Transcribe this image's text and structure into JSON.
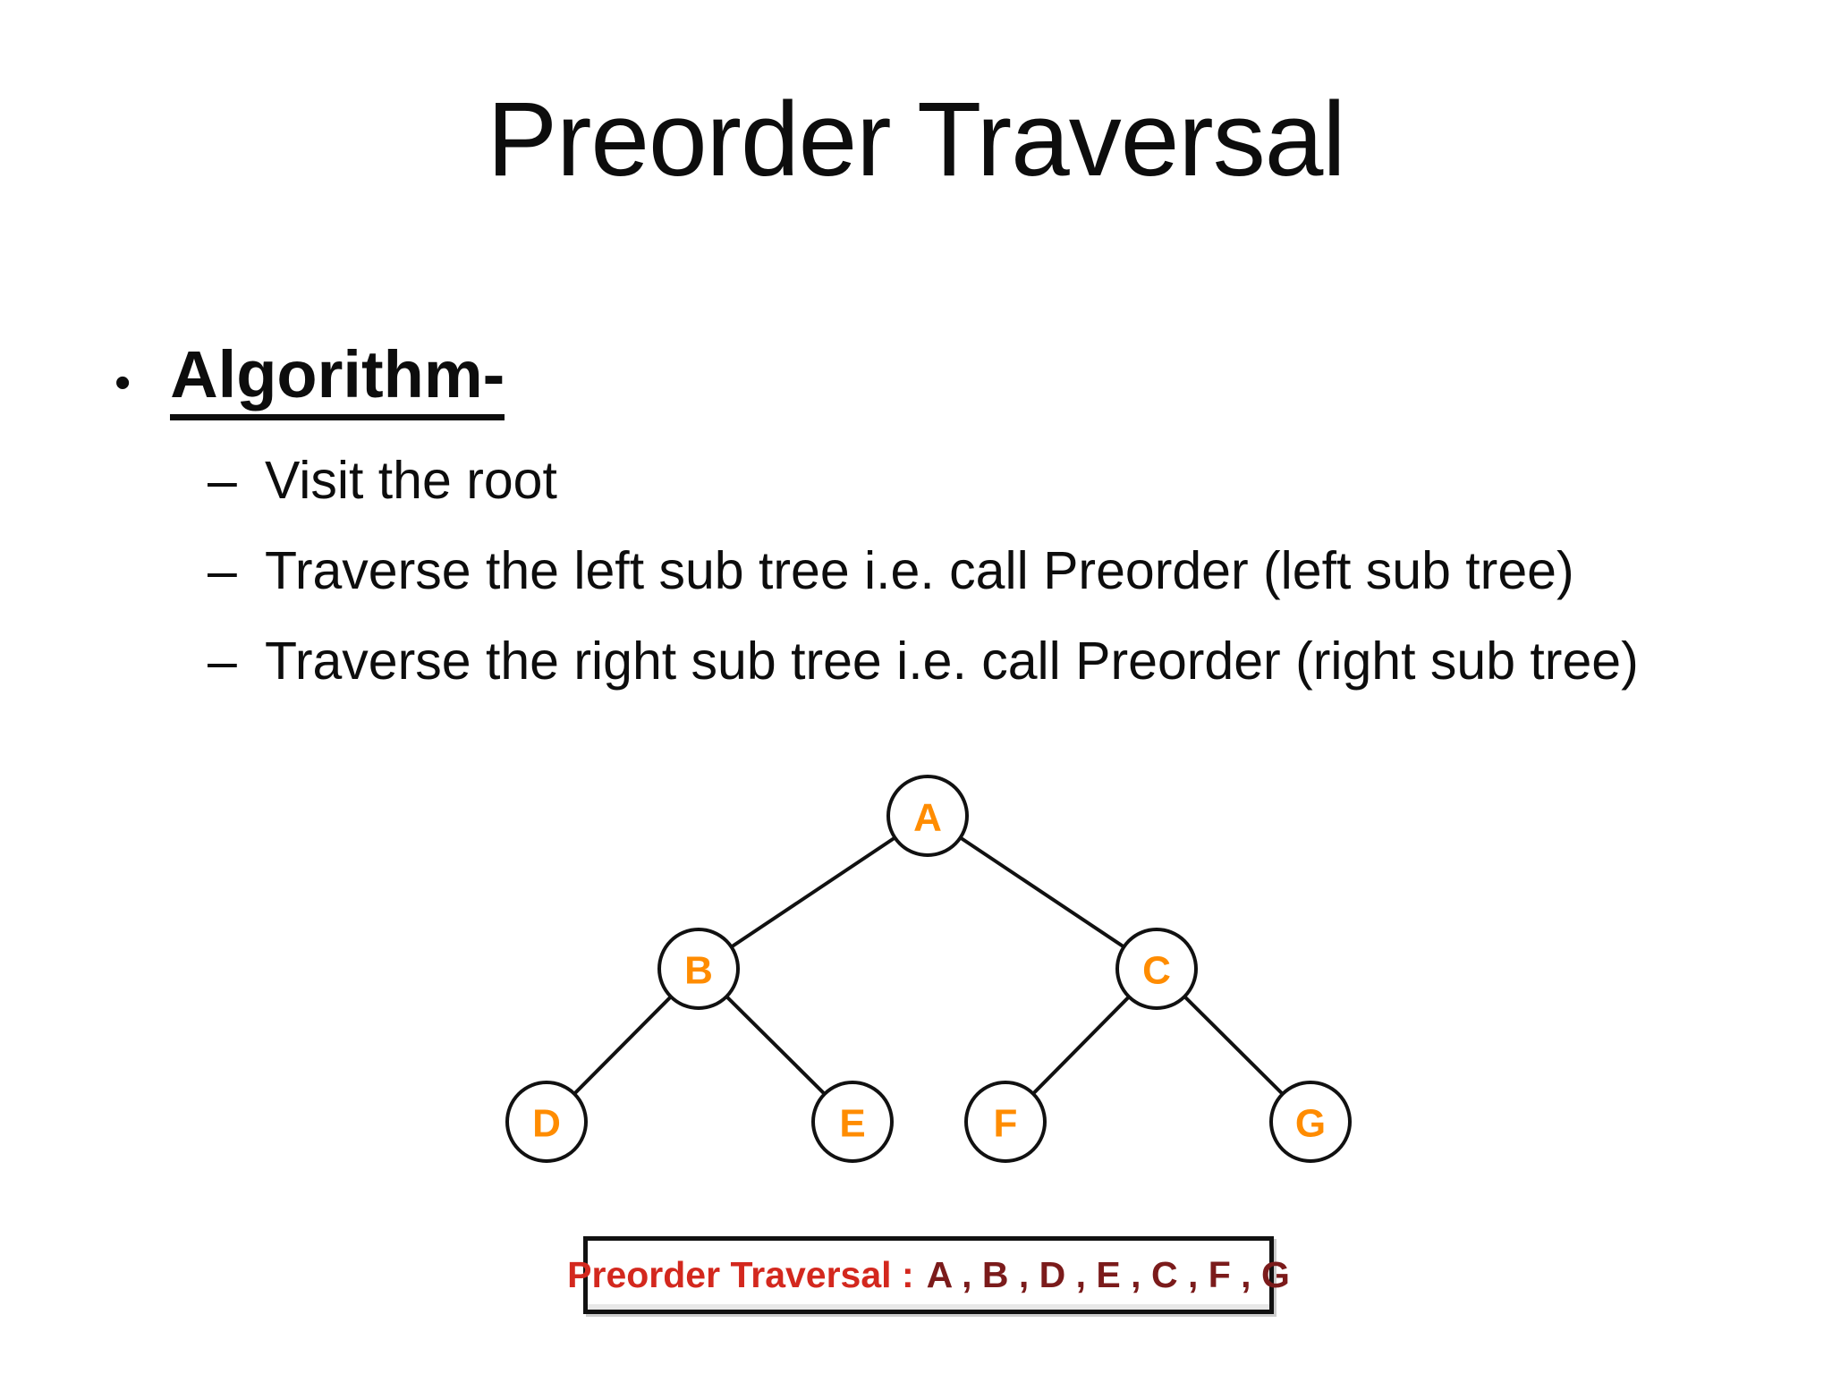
{
  "colors": {
    "accent-orange": "#FF8C00",
    "label-red": "#D3281E",
    "seq-maroon": "#7B1B1B",
    "ink": "#0d0d0d"
  },
  "slide": {
    "title": "Preorder Traversal",
    "bullet": {
      "marker": "•",
      "label": "Algorithm-",
      "sub_marker": "–",
      "sub_items": [
        "Visit the root",
        "Traverse the left sub tree i.e. call Preorder (left sub tree)",
        "Traverse the right sub tree i.e. call Preorder (right sub tree)"
      ]
    }
  },
  "tree": {
    "description": "binary tree",
    "nodes": [
      {
        "id": "A",
        "label": "A"
      },
      {
        "id": "B",
        "label": "B"
      },
      {
        "id": "C",
        "label": "C"
      },
      {
        "id": "D",
        "label": "D"
      },
      {
        "id": "E",
        "label": "E"
      },
      {
        "id": "F",
        "label": "F"
      },
      {
        "id": "G",
        "label": "G"
      }
    ],
    "edges": [
      [
        "A",
        "B"
      ],
      [
        "A",
        "C"
      ],
      [
        "B",
        "D"
      ],
      [
        "B",
        "E"
      ],
      [
        "C",
        "F"
      ],
      [
        "C",
        "G"
      ]
    ]
  },
  "result_box": {
    "label": "Preorder Traversal :",
    "sequence": "A , B , D , E , C , F , G"
  }
}
